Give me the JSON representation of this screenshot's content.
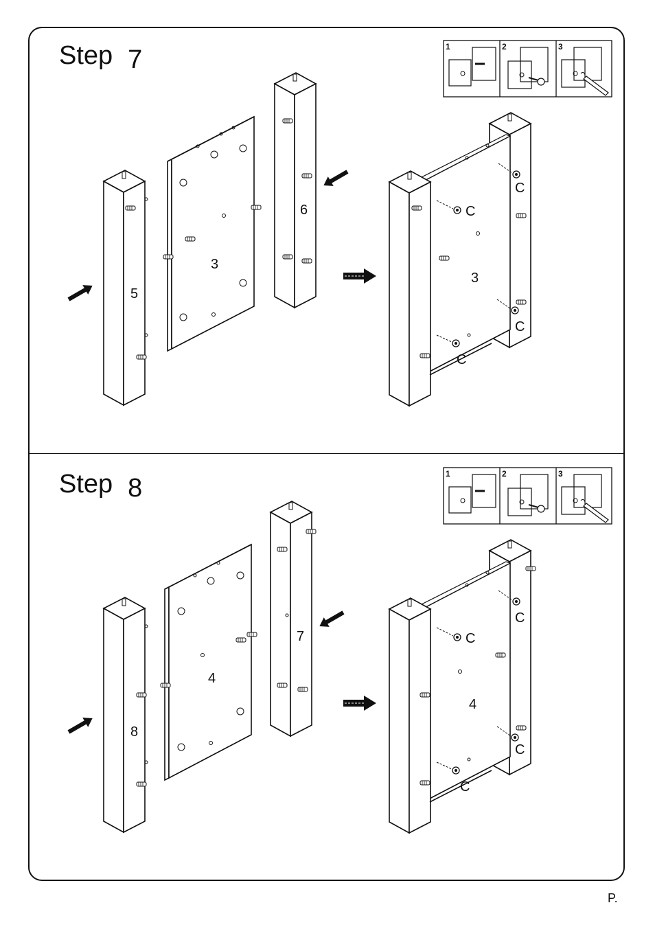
{
  "steps": [
    {
      "step_word": "Step",
      "step_number": "7",
      "inset_labels": [
        "1",
        "2",
        "3"
      ],
      "left_parts": [
        "5",
        "3",
        "6"
      ],
      "assembled_panel": "3",
      "fastener_labels": [
        "C",
        "C",
        "C",
        "C"
      ]
    },
    {
      "step_word": "Step",
      "step_number": "8",
      "inset_labels": [
        "1",
        "2",
        "3"
      ],
      "left_parts": [
        "8",
        "4",
        "7"
      ],
      "assembled_panel": "4",
      "fastener_labels": [
        "C",
        "C",
        "C",
        "C"
      ]
    }
  ],
  "page_label": "P."
}
